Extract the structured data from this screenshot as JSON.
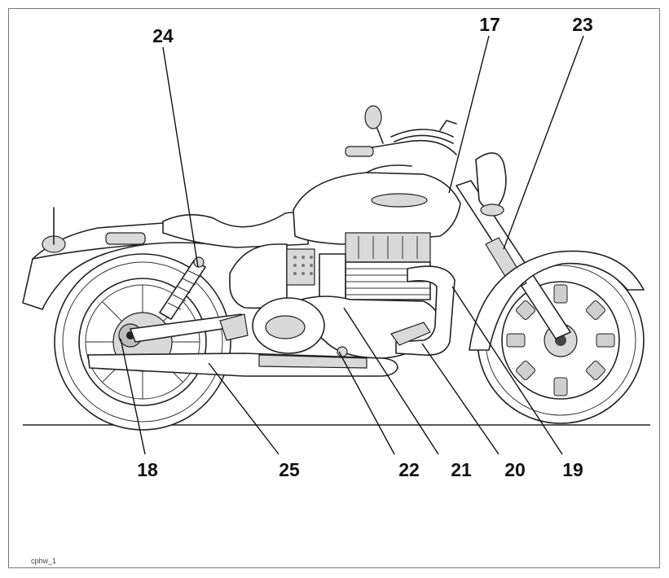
{
  "callouts": [
    {
      "id": "c24",
      "label": "24"
    },
    {
      "id": "c17",
      "label": "17"
    },
    {
      "id": "c23",
      "label": "23"
    },
    {
      "id": "c18",
      "label": "18"
    },
    {
      "id": "c25",
      "label": "25"
    },
    {
      "id": "c22",
      "label": "22"
    },
    {
      "id": "c21",
      "label": "21"
    },
    {
      "id": "c20",
      "label": "20"
    },
    {
      "id": "c19",
      "label": "19"
    }
  ],
  "caption": "cphw_1"
}
